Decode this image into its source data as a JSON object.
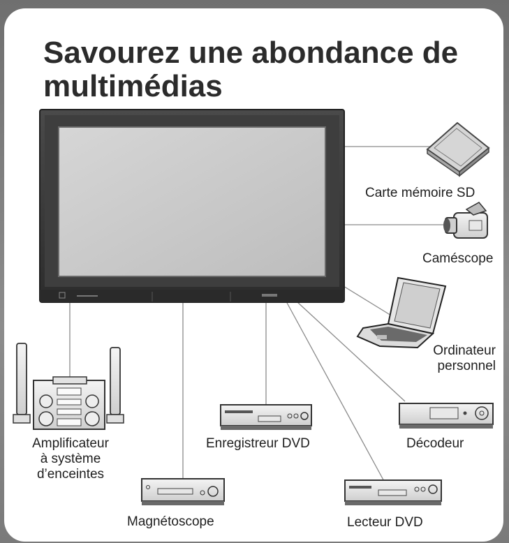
{
  "title": "Savourez une abondance de multimédias",
  "devices": {
    "sd_card": "Carte mémoire SD",
    "camcorder": "Caméscope",
    "pc_line1": "Ordinateur",
    "pc_line2": "personnel",
    "amp_line1": "Amplificateur",
    "amp_line2": "à système",
    "amp_line3": "d’enceintes",
    "dvd_recorder": "Enregistreur DVD",
    "decoder": "Décodeur",
    "vcr": "Magnétoscope",
    "dvd_player": "Lecteur DVD"
  },
  "colors": {
    "background": "#7d7d7d",
    "card": "#ffffff",
    "tv_frame": "#3a3a3a",
    "tv_screen": "#c9c9c9",
    "line": "#8a8a8a"
  }
}
